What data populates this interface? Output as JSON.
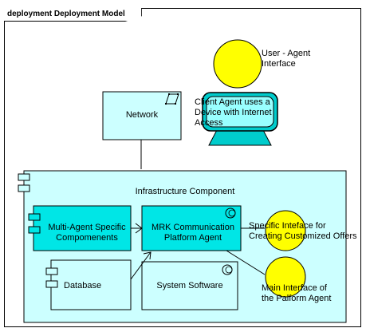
{
  "frame": {
    "title": "deployment Deployment Model"
  },
  "nodes": {
    "network": "Network",
    "client_note": "Client Agent uses a Device with Internet Access",
    "user_interface": "User  - Agent Interface",
    "infrastructure": "Infrastructure Component",
    "multi_agent": "Multi-Agent Specific Compomenents",
    "mrk_platform": "MRK Communication Platform Agent",
    "database": "Database",
    "system_software": "System Software",
    "specific_interface": "Specific Inteface for Creating Customized Offers",
    "main_interface": "Main Interface of the Palform Agent"
  },
  "colors": {
    "node_fill": "#ccffff",
    "component_fill": "#00e6e6",
    "device_fill": "#00cccc",
    "interface_fill": "#ffff00",
    "stroke": "#000000"
  }
}
